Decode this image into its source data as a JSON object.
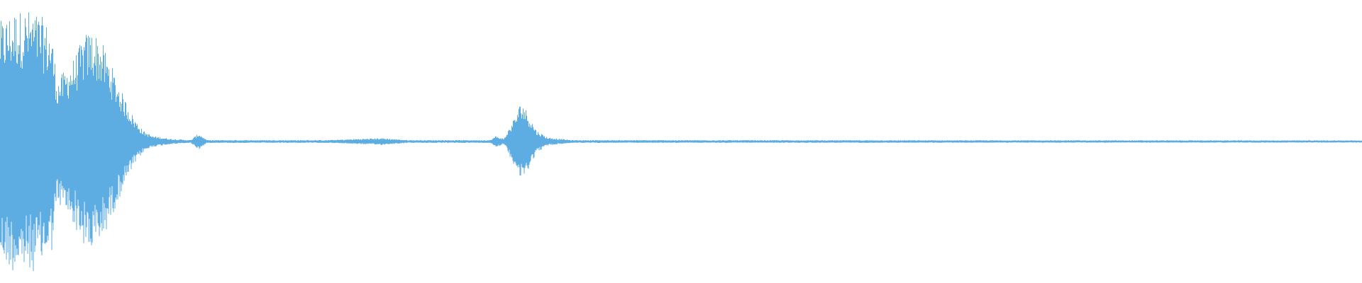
{
  "waveform": {
    "color": "#5dade2",
    "background": "#ffffff",
    "amplitude_envelope": [
      {
        "t": 0.0,
        "a": 0.87
      },
      {
        "t": 0.01,
        "a": 0.95
      },
      {
        "t": 0.02,
        "a": 0.96
      },
      {
        "t": 0.03,
        "a": 0.92
      },
      {
        "t": 0.038,
        "a": 0.8
      },
      {
        "t": 0.042,
        "a": 0.45
      },
      {
        "t": 0.048,
        "a": 0.52
      },
      {
        "t": 0.055,
        "a": 0.62
      },
      {
        "t": 0.062,
        "a": 0.78
      },
      {
        "t": 0.068,
        "a": 0.82
      },
      {
        "t": 0.075,
        "a": 0.72
      },
      {
        "t": 0.082,
        "a": 0.55
      },
      {
        "t": 0.09,
        "a": 0.35
      },
      {
        "t": 0.098,
        "a": 0.18
      },
      {
        "t": 0.105,
        "a": 0.08
      },
      {
        "t": 0.112,
        "a": 0.04
      },
      {
        "t": 0.125,
        "a": 0.02
      },
      {
        "t": 0.14,
        "a": 0.01
      },
      {
        "t": 0.146,
        "a": 0.06
      },
      {
        "t": 0.152,
        "a": 0.01
      },
      {
        "t": 0.24,
        "a": 0.01
      },
      {
        "t": 0.28,
        "a": 0.025
      },
      {
        "t": 0.3,
        "a": 0.01
      },
      {
        "t": 0.36,
        "a": 0.01
      },
      {
        "t": 0.364,
        "a": 0.04
      },
      {
        "t": 0.37,
        "a": 0.02
      },
      {
        "t": 0.378,
        "a": 0.18
      },
      {
        "t": 0.383,
        "a": 0.3
      },
      {
        "t": 0.388,
        "a": 0.2
      },
      {
        "t": 0.394,
        "a": 0.08
      },
      {
        "t": 0.402,
        "a": 0.03
      },
      {
        "t": 0.42,
        "a": 0.01
      },
      {
        "t": 1.0,
        "a": 0.008
      }
    ]
  }
}
